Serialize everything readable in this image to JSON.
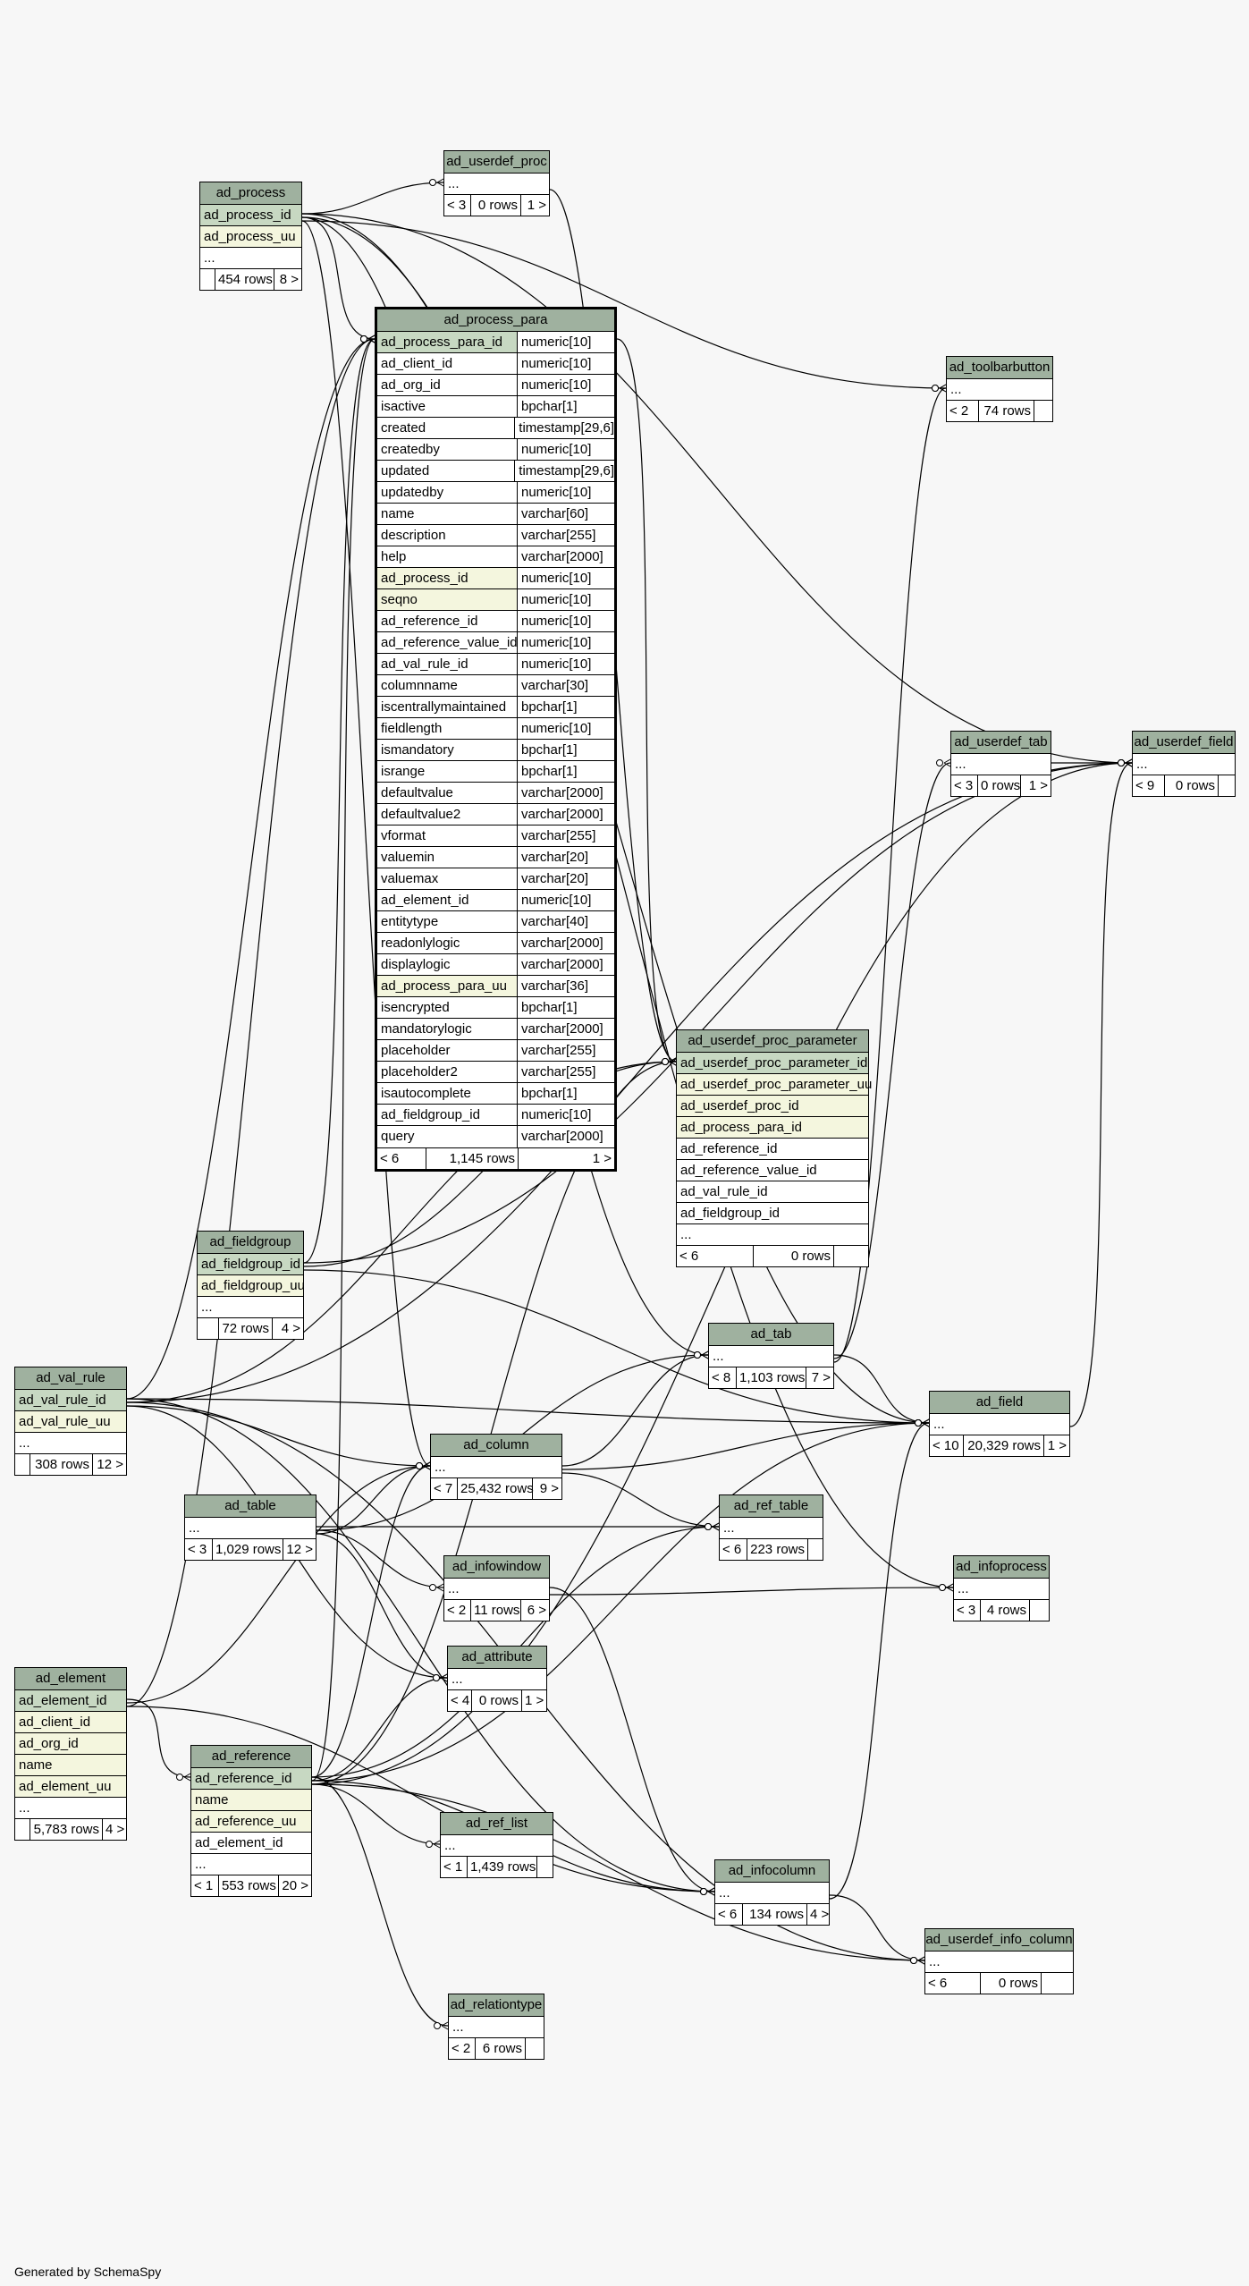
{
  "footer": "Generated by SchemaSpy",
  "tables": {
    "ad_process": {
      "name": "ad_process",
      "columns": [
        {
          "name": "ad_process_id",
          "kind": "pk"
        },
        {
          "name": "ad_process_uu",
          "kind": "ix"
        },
        {
          "name": "...",
          "kind": ""
        }
      ],
      "footer": {
        "parents": "",
        "rows": "454 rows",
        "children": "8 >"
      }
    },
    "ad_userdef_proc": {
      "name": "ad_userdef_proc",
      "columns": [
        {
          "name": "...",
          "kind": ""
        }
      ],
      "footer": {
        "parents": "< 3",
        "rows": "0 rows",
        "children": "1 >"
      }
    },
    "ad_process_para": {
      "name": "ad_process_para",
      "columns": [
        {
          "name": "ad_process_para_id",
          "type": "numeric[10]",
          "kind": "pk"
        },
        {
          "name": "ad_client_id",
          "type": "numeric[10]",
          "kind": ""
        },
        {
          "name": "ad_org_id",
          "type": "numeric[10]",
          "kind": ""
        },
        {
          "name": "isactive",
          "type": "bpchar[1]",
          "kind": ""
        },
        {
          "name": "created",
          "type": "timestamp[29,6]",
          "kind": ""
        },
        {
          "name": "createdby",
          "type": "numeric[10]",
          "kind": ""
        },
        {
          "name": "updated",
          "type": "timestamp[29,6]",
          "kind": ""
        },
        {
          "name": "updatedby",
          "type": "numeric[10]",
          "kind": ""
        },
        {
          "name": "name",
          "type": "varchar[60]",
          "kind": ""
        },
        {
          "name": "description",
          "type": "varchar[255]",
          "kind": ""
        },
        {
          "name": "help",
          "type": "varchar[2000]",
          "kind": ""
        },
        {
          "name": "ad_process_id",
          "type": "numeric[10]",
          "kind": "ix"
        },
        {
          "name": "seqno",
          "type": "numeric[10]",
          "kind": "ix"
        },
        {
          "name": "ad_reference_id",
          "type": "numeric[10]",
          "kind": ""
        },
        {
          "name": "ad_reference_value_id",
          "type": "numeric[10]",
          "kind": ""
        },
        {
          "name": "ad_val_rule_id",
          "type": "numeric[10]",
          "kind": ""
        },
        {
          "name": "columnname",
          "type": "varchar[30]",
          "kind": ""
        },
        {
          "name": "iscentrallymaintained",
          "type": "bpchar[1]",
          "kind": ""
        },
        {
          "name": "fieldlength",
          "type": "numeric[10]",
          "kind": ""
        },
        {
          "name": "ismandatory",
          "type": "bpchar[1]",
          "kind": ""
        },
        {
          "name": "isrange",
          "type": "bpchar[1]",
          "kind": ""
        },
        {
          "name": "defaultvalue",
          "type": "varchar[2000]",
          "kind": ""
        },
        {
          "name": "defaultvalue2",
          "type": "varchar[2000]",
          "kind": ""
        },
        {
          "name": "vformat",
          "type": "varchar[255]",
          "kind": ""
        },
        {
          "name": "valuemin",
          "type": "varchar[20]",
          "kind": ""
        },
        {
          "name": "valuemax",
          "type": "varchar[20]",
          "kind": ""
        },
        {
          "name": "ad_element_id",
          "type": "numeric[10]",
          "kind": ""
        },
        {
          "name": "entitytype",
          "type": "varchar[40]",
          "kind": ""
        },
        {
          "name": "readonlylogic",
          "type": "varchar[2000]",
          "kind": ""
        },
        {
          "name": "displaylogic",
          "type": "varchar[2000]",
          "kind": ""
        },
        {
          "name": "ad_process_para_uu",
          "type": "varchar[36]",
          "kind": "ix"
        },
        {
          "name": "isencrypted",
          "type": "bpchar[1]",
          "kind": ""
        },
        {
          "name": "mandatorylogic",
          "type": "varchar[2000]",
          "kind": ""
        },
        {
          "name": "placeholder",
          "type": "varchar[255]",
          "kind": ""
        },
        {
          "name": "placeholder2",
          "type": "varchar[255]",
          "kind": ""
        },
        {
          "name": "isautocomplete",
          "type": "bpchar[1]",
          "kind": ""
        },
        {
          "name": "ad_fieldgroup_id",
          "type": "numeric[10]",
          "kind": ""
        },
        {
          "name": "query",
          "type": "varchar[2000]",
          "kind": ""
        }
      ],
      "footer": {
        "parents": "< 6",
        "rows": "1,145 rows",
        "children": "1 >"
      }
    },
    "ad_toolbarbutton": {
      "name": "ad_toolbarbutton",
      "columns": [
        {
          "name": "...",
          "kind": ""
        }
      ],
      "footer": {
        "parents": "< 2",
        "rows": "74 rows",
        "children": ""
      }
    },
    "ad_userdef_tab": {
      "name": "ad_userdef_tab",
      "columns": [
        {
          "name": "...",
          "kind": ""
        }
      ],
      "footer": {
        "parents": "< 3",
        "rows": "0 rows",
        "children": "1 >"
      }
    },
    "ad_userdef_field": {
      "name": "ad_userdef_field",
      "columns": [
        {
          "name": "...",
          "kind": ""
        }
      ],
      "footer": {
        "parents": "< 9",
        "rows": "0 rows",
        "children": ""
      }
    },
    "ad_userdef_proc_parameter": {
      "name": "ad_userdef_proc_parameter",
      "columns": [
        {
          "name": "ad_userdef_proc_parameter_id",
          "kind": "pk"
        },
        {
          "name": "ad_userdef_proc_parameter_uu",
          "kind": "ix"
        },
        {
          "name": "ad_userdef_proc_id",
          "kind": "ix"
        },
        {
          "name": "ad_process_para_id",
          "kind": "ix"
        },
        {
          "name": "ad_reference_id",
          "kind": ""
        },
        {
          "name": "ad_reference_value_id",
          "kind": ""
        },
        {
          "name": "ad_val_rule_id",
          "kind": ""
        },
        {
          "name": "ad_fieldgroup_id",
          "kind": ""
        },
        {
          "name": "...",
          "kind": ""
        }
      ],
      "footer": {
        "parents": "< 6",
        "rows": "0 rows",
        "children": ""
      }
    },
    "ad_fieldgroup": {
      "name": "ad_fieldgroup",
      "columns": [
        {
          "name": "ad_fieldgroup_id",
          "kind": "pk"
        },
        {
          "name": "ad_fieldgroup_uu",
          "kind": "ix"
        },
        {
          "name": "...",
          "kind": ""
        }
      ],
      "footer": {
        "parents": "",
        "rows": "72 rows",
        "children": "4 >"
      }
    },
    "ad_val_rule": {
      "name": "ad_val_rule",
      "columns": [
        {
          "name": "ad_val_rule_id",
          "kind": "pk"
        },
        {
          "name": "ad_val_rule_uu",
          "kind": "ix"
        },
        {
          "name": "...",
          "kind": ""
        }
      ],
      "footer": {
        "parents": "",
        "rows": "308 rows",
        "children": "12 >"
      }
    },
    "ad_tab": {
      "name": "ad_tab",
      "columns": [
        {
          "name": "...",
          "kind": ""
        }
      ],
      "footer": {
        "parents": "< 8",
        "rows": "1,103 rows",
        "children": "7 >"
      }
    },
    "ad_field": {
      "name": "ad_field",
      "columns": [
        {
          "name": "...",
          "kind": ""
        }
      ],
      "footer": {
        "parents": "< 10",
        "rows": "20,329 rows",
        "children": "1 >"
      }
    },
    "ad_column": {
      "name": "ad_column",
      "columns": [
        {
          "name": "...",
          "kind": ""
        }
      ],
      "footer": {
        "parents": "< 7",
        "rows": "25,432 rows",
        "children": "9 >"
      }
    },
    "ad_table": {
      "name": "ad_table",
      "columns": [
        {
          "name": "...",
          "kind": ""
        }
      ],
      "footer": {
        "parents": "< 3",
        "rows": "1,029 rows",
        "children": "12 >"
      }
    },
    "ad_ref_table": {
      "name": "ad_ref_table",
      "columns": [
        {
          "name": "...",
          "kind": ""
        }
      ],
      "footer": {
        "parents": "< 6",
        "rows": "223 rows",
        "children": ""
      }
    },
    "ad_infowindow": {
      "name": "ad_infowindow",
      "columns": [
        {
          "name": "...",
          "kind": ""
        }
      ],
      "footer": {
        "parents": "< 2",
        "rows": "11 rows",
        "children": "6 >"
      }
    },
    "ad_infoprocess": {
      "name": "ad_infoprocess",
      "columns": [
        {
          "name": "...",
          "kind": ""
        }
      ],
      "footer": {
        "parents": "< 3",
        "rows": "4 rows",
        "children": ""
      }
    },
    "ad_attribute": {
      "name": "ad_attribute",
      "columns": [
        {
          "name": "...",
          "kind": ""
        }
      ],
      "footer": {
        "parents": "< 4",
        "rows": "0 rows",
        "children": "1 >"
      }
    },
    "ad_element": {
      "name": "ad_element",
      "columns": [
        {
          "name": "ad_element_id",
          "kind": "pk"
        },
        {
          "name": "ad_client_id",
          "kind": "ix"
        },
        {
          "name": "ad_org_id",
          "kind": "ix"
        },
        {
          "name": "name",
          "kind": "ix"
        },
        {
          "name": "ad_element_uu",
          "kind": "ix"
        },
        {
          "name": "...",
          "kind": ""
        }
      ],
      "footer": {
        "parents": "",
        "rows": "5,783 rows",
        "children": "4 >"
      }
    },
    "ad_reference": {
      "name": "ad_reference",
      "columns": [
        {
          "name": "ad_reference_id",
          "kind": "pk"
        },
        {
          "name": "name",
          "kind": "ix"
        },
        {
          "name": "ad_reference_uu",
          "kind": "ix"
        },
        {
          "name": "ad_element_id",
          "kind": ""
        },
        {
          "name": "...",
          "kind": ""
        }
      ],
      "footer": {
        "parents": "< 1",
        "rows": "553 rows",
        "children": "20 >"
      }
    },
    "ad_ref_list": {
      "name": "ad_ref_list",
      "columns": [
        {
          "name": "...",
          "kind": ""
        }
      ],
      "footer": {
        "parents": "< 1",
        "rows": "1,439 rows",
        "children": ""
      }
    },
    "ad_infocolumn": {
      "name": "ad_infocolumn",
      "columns": [
        {
          "name": "...",
          "kind": ""
        }
      ],
      "footer": {
        "parents": "< 6",
        "rows": "134 rows",
        "children": "4 >"
      }
    },
    "ad_userdef_info_column": {
      "name": "ad_userdef_info_column",
      "columns": [
        {
          "name": "...",
          "kind": ""
        }
      ],
      "footer": {
        "parents": "< 6",
        "rows": "0 rows",
        "children": ""
      }
    },
    "ad_relationtype": {
      "name": "ad_relationtype",
      "columns": [
        {
          "name": "...",
          "kind": ""
        }
      ],
      "footer": {
        "parents": "< 2",
        "rows": "6 rows",
        "children": ""
      }
    }
  },
  "relationships": [
    {
      "from": "ad_process",
      "to": "ad_userdef_proc"
    },
    {
      "from": "ad_process",
      "to": "ad_process_para"
    },
    {
      "from": "ad_process",
      "to": "ad_toolbarbutton"
    },
    {
      "from": "ad_process",
      "to": "ad_userdef_field"
    },
    {
      "from": "ad_process",
      "to": "ad_tab"
    },
    {
      "from": "ad_process",
      "to": "ad_column"
    },
    {
      "from": "ad_process",
      "to": "ad_infoprocess"
    },
    {
      "from": "ad_process",
      "to": "ad_field"
    },
    {
      "from": "ad_userdef_proc",
      "to": "ad_userdef_proc_parameter"
    },
    {
      "from": "ad_process_para",
      "to": "ad_userdef_proc_parameter"
    },
    {
      "from": "ad_reference",
      "to": "ad_process_para"
    },
    {
      "from": "ad_reference",
      "to": "ad_userdef_proc_parameter"
    },
    {
      "from": "ad_reference",
      "to": "ad_column"
    },
    {
      "from": "ad_reference",
      "to": "ad_attribute"
    },
    {
      "from": "ad_reference",
      "to": "ad_ref_list"
    },
    {
      "from": "ad_reference",
      "to": "ad_ref_table"
    },
    {
      "from": "ad_reference",
      "to": "ad_infocolumn"
    },
    {
      "from": "ad_reference",
      "to": "ad_userdef_info_column"
    },
    {
      "from": "ad_reference",
      "to": "ad_relationtype"
    },
    {
      "from": "ad_reference",
      "to": "ad_field"
    },
    {
      "from": "ad_reference",
      "to": "ad_userdef_field"
    },
    {
      "from": "ad_val_rule",
      "to": "ad_process_para"
    },
    {
      "from": "ad_val_rule",
      "to": "ad_userdef_proc_parameter"
    },
    {
      "from": "ad_val_rule",
      "to": "ad_column"
    },
    {
      "from": "ad_val_rule",
      "to": "ad_field"
    },
    {
      "from": "ad_val_rule",
      "to": "ad_userdef_field"
    },
    {
      "from": "ad_val_rule",
      "to": "ad_attribute"
    },
    {
      "from": "ad_val_rule",
      "to": "ad_infocolumn"
    },
    {
      "from": "ad_val_rule",
      "to": "ad_userdef_info_column"
    },
    {
      "from": "ad_element",
      "to": "ad_process_para"
    },
    {
      "from": "ad_element",
      "to": "ad_reference"
    },
    {
      "from": "ad_element",
      "to": "ad_column"
    },
    {
      "from": "ad_element",
      "to": "ad_infocolumn"
    },
    {
      "from": "ad_fieldgroup",
      "to": "ad_process_para"
    },
    {
      "from": "ad_fieldgroup",
      "to": "ad_userdef_proc_parameter"
    },
    {
      "from": "ad_fieldgroup",
      "to": "ad_field"
    },
    {
      "from": "ad_fieldgroup",
      "to": "ad_userdef_field"
    },
    {
      "from": "ad_table",
      "to": "ad_tab"
    },
    {
      "from": "ad_table",
      "to": "ad_column"
    },
    {
      "from": "ad_table",
      "to": "ad_ref_table"
    },
    {
      "from": "ad_table",
      "to": "ad_infowindow"
    },
    {
      "from": "ad_table",
      "to": "ad_attribute"
    },
    {
      "from": "ad_column",
      "to": "ad_tab"
    },
    {
      "from": "ad_column",
      "to": "ad_field"
    },
    {
      "from": "ad_column",
      "to": "ad_ref_table"
    },
    {
      "from": "ad_tab",
      "to": "ad_field"
    },
    {
      "from": "ad_tab",
      "to": "ad_userdef_tab"
    },
    {
      "from": "ad_tab",
      "to": "ad_toolbarbutton"
    },
    {
      "from": "ad_userdef_tab",
      "to": "ad_userdef_field"
    },
    {
      "from": "ad_field",
      "to": "ad_userdef_field"
    },
    {
      "from": "ad_infowindow",
      "to": "ad_infoprocess"
    },
    {
      "from": "ad_infowindow",
      "to": "ad_infocolumn"
    },
    {
      "from": "ad_infocolumn",
      "to": "ad_userdef_info_column"
    },
    {
      "from": "ad_infocolumn",
      "to": "ad_field"
    }
  ]
}
